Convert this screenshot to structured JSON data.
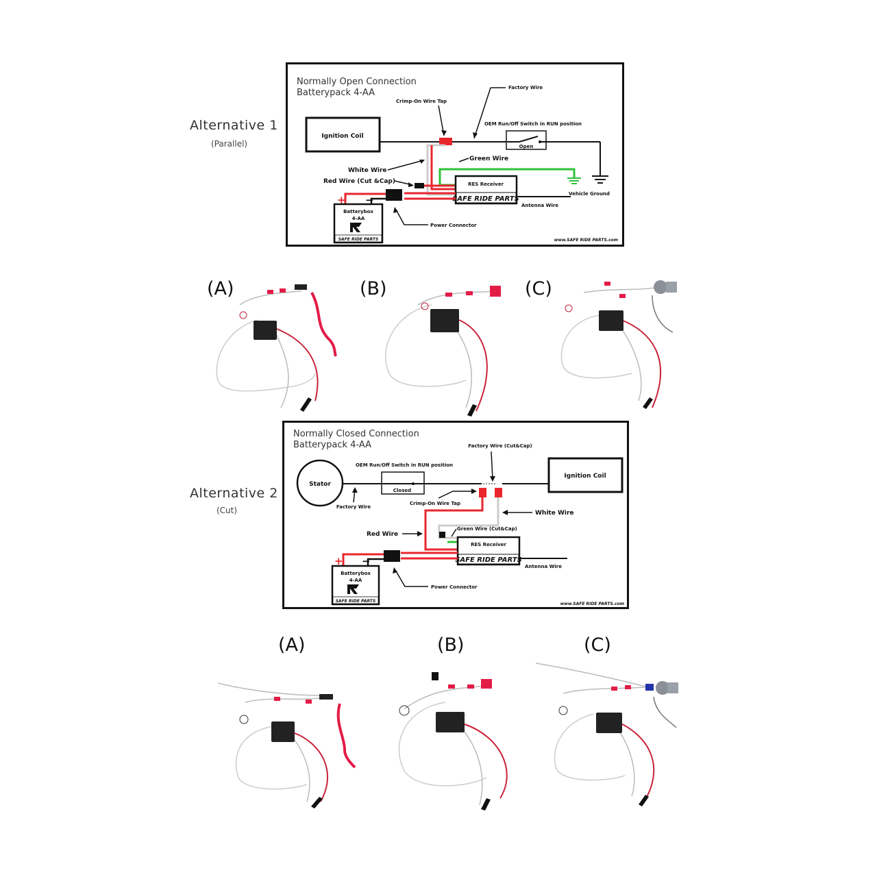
{
  "alt1": {
    "title": "Alternative 1",
    "subtitle": "(Parallel)",
    "diagram": {
      "heading_line1": "Normally Open Connection",
      "heading_line2": "Batterypack 4-AA",
      "ignition_coil": "Ignition Coil",
      "crimp_tap": "Crimp-On Wire Tap",
      "factory_wire": "Factory Wire",
      "oem_switch": "OEM Run/Off Switch in RUN position",
      "open": "Open",
      "green_wire": "Green Wire",
      "white_wire": "White Wire",
      "red_wire": "Red Wire (Cut &Cap)",
      "res_receiver": "RES Receiver",
      "brand": "SAFE RIDE PARTS",
      "vehicle_ground": "Vehicle Ground",
      "antenna_wire": "Antenna Wire",
      "batterybox_line1": "Batterybox",
      "batterybox_line2": "4-AA",
      "batterybox_brand": "SAFE RIDE PARTS",
      "power_connector": "Power Connector",
      "url": "www.SAFE RIDE PARTS.com",
      "plus": "+",
      "minus": "−"
    },
    "photo_labels": [
      "(A)",
      "(B)",
      "(C)"
    ]
  },
  "alt2": {
    "title": "Alternative 2",
    "subtitle": "(Cut)",
    "diagram": {
      "heading_line1": "Normally Closed Connection",
      "heading_line2": "Batterypack 4-AA",
      "stator": "Stator",
      "oem_switch": "OEM Run/Off Switch in RUN position",
      "closed": "Closed",
      "factory_wire_cut": "Factory Wire (Cut&Cap)",
      "ignition_coil": "Ignition Coil",
      "factory_wire": "Factory Wire",
      "crimp_tap": "Crimp-On Wire Tap",
      "white_wire": "White Wire",
      "green_wire": "Green Wire (Cut&Cap)",
      "red_wire": "Red Wire",
      "res_receiver": "RES Receiver",
      "brand": "SAFE RIDE PARTS",
      "antenna_wire": "Antenna Wire",
      "batterybox_line1": "Batterybox",
      "batterybox_line2": "4-AA",
      "batterybox_brand": "SAFE RIDE PARTS",
      "power_connector": "Power Connector",
      "url": "www.SAFE RIDE PARTS.com",
      "plus": "+",
      "minus": "−"
    },
    "photo_labels": [
      "(A)",
      "(B)",
      "(C)"
    ]
  },
  "colors": {
    "red_wire": "#e8262c",
    "green_wire": "#2ec13a",
    "white_wire": "#cccccc",
    "black": "#111111"
  }
}
